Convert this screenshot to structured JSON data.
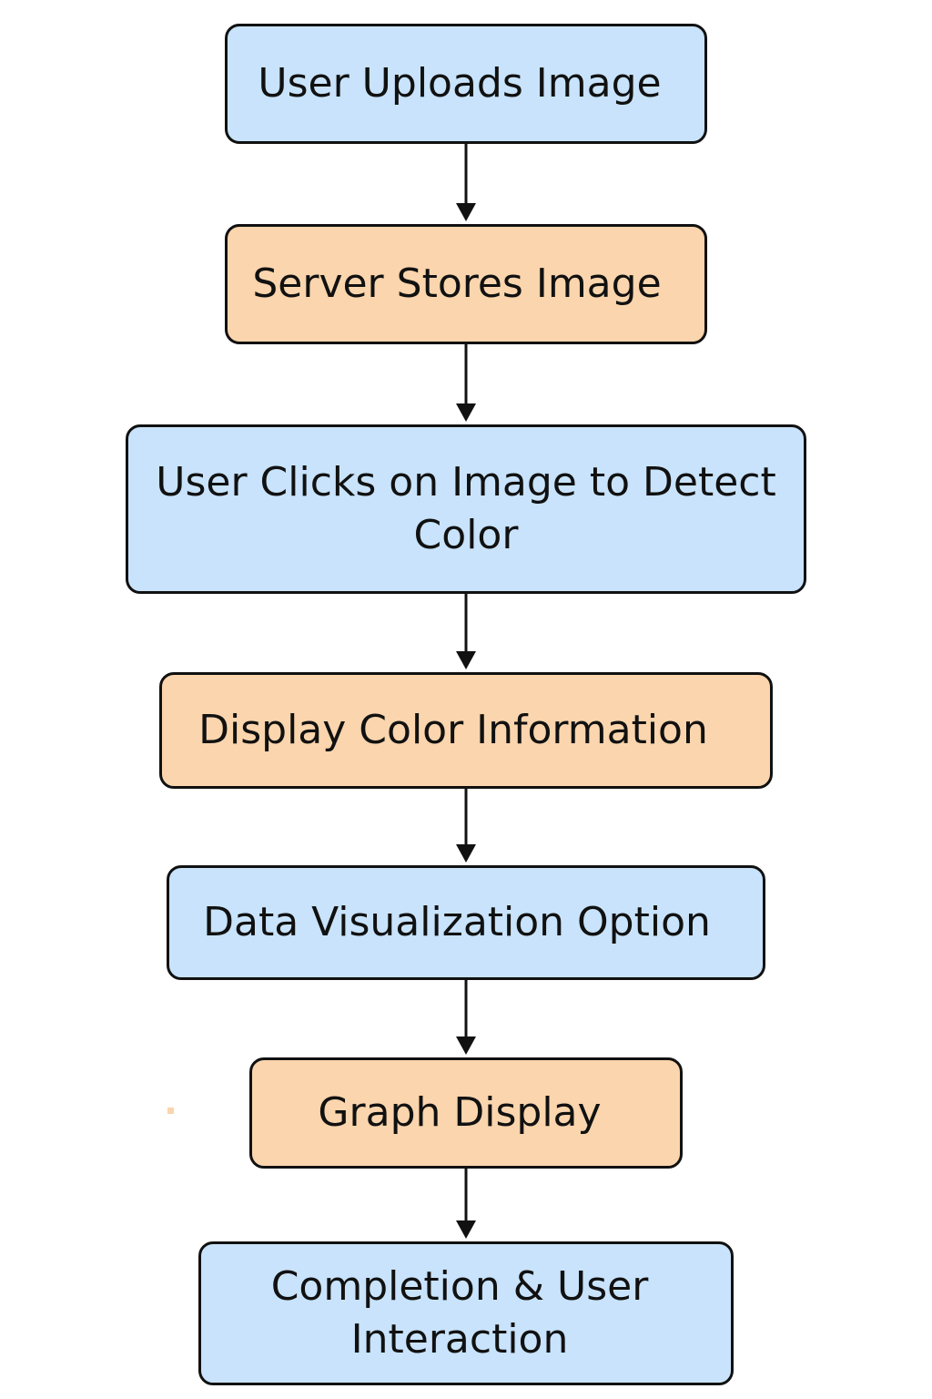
{
  "diagram": {
    "colors": {
      "blue_fill": "#c8e3fb",
      "orange_fill": "#fad5ad",
      "outline": "#111111",
      "arrow": "#111111"
    },
    "steps": [
      {
        "label": "User Uploads Image",
        "fill": "blue"
      },
      {
        "label": "Server Stores Image",
        "fill": "orange"
      },
      {
        "label": "User Clicks on Image to Detect Color",
        "fill": "blue"
      },
      {
        "label": "Display Color Information",
        "fill": "orange"
      },
      {
        "label": "Data Visualization Option",
        "fill": "blue"
      },
      {
        "label": "Graph Display",
        "fill": "orange"
      },
      {
        "label": "Completion & User Interaction",
        "fill": "blue"
      }
    ],
    "edges": [
      {
        "from": 0,
        "to": 1
      },
      {
        "from": 1,
        "to": 2
      },
      {
        "from": 2,
        "to": 3
      },
      {
        "from": 3,
        "to": 4
      },
      {
        "from": 4,
        "to": 5
      },
      {
        "from": 5,
        "to": 6
      }
    ]
  }
}
